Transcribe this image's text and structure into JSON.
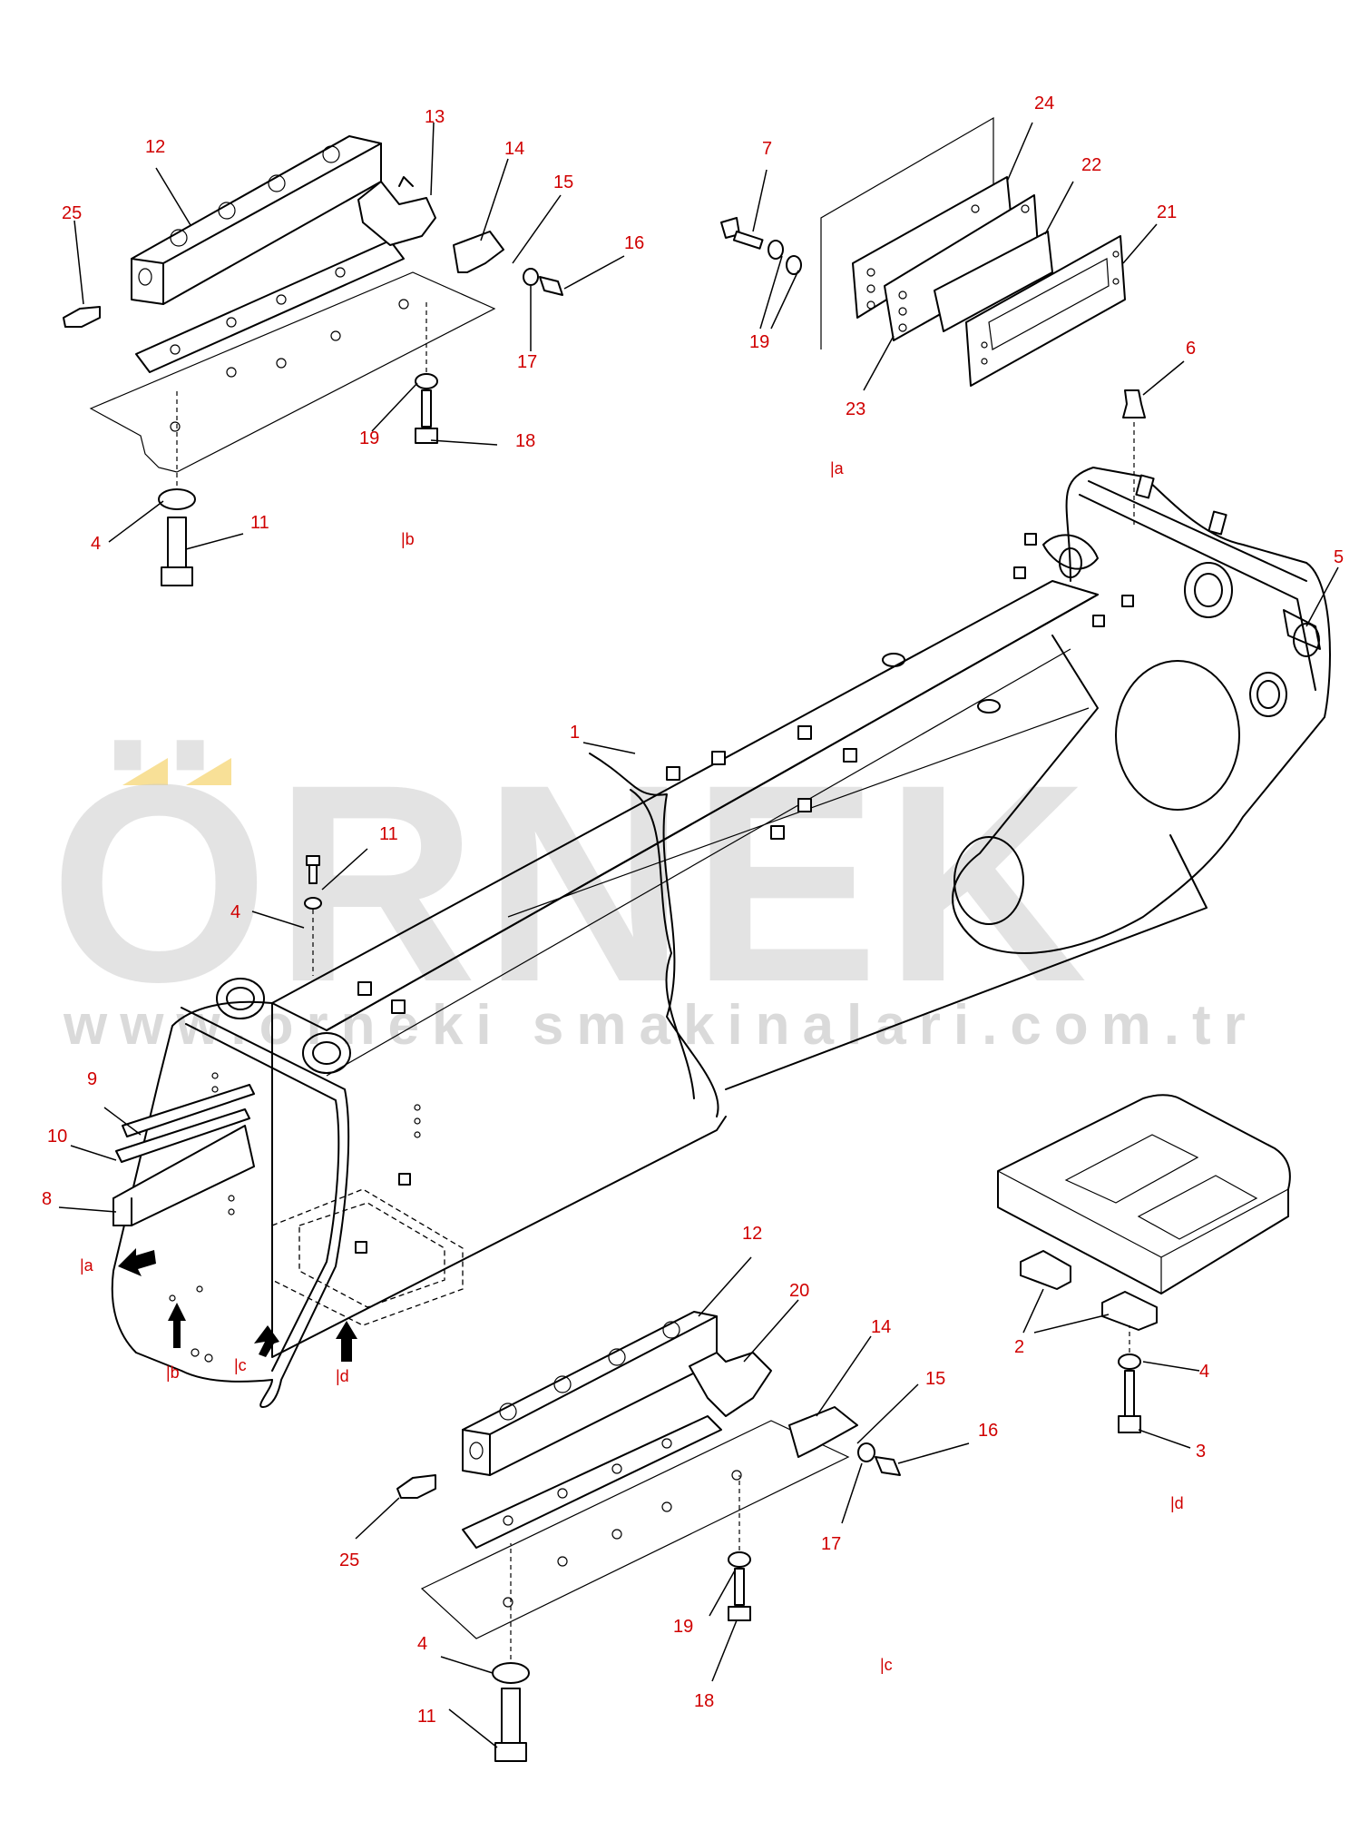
{
  "watermark": {
    "brand": "ÖRNEK",
    "url": "www.orneki smakinalari.com.tr",
    "accent_color": "#f5d36b",
    "text_color": "#c9c9c9"
  },
  "colors": {
    "callout": "#d00000",
    "line": "#000000",
    "background": "#ffffff"
  },
  "callouts": {
    "c1": "1",
    "c2": "2",
    "c3": "3",
    "c4a": "4",
    "c4b": "4",
    "c4c": "4",
    "c4d": "4",
    "c5": "5",
    "c6": "6",
    "c7": "7",
    "c8": "8",
    "c9": "9",
    "c10": "10",
    "c11a": "11",
    "c11b": "11",
    "c11c": "11",
    "c12a": "12",
    "c12b": "12",
    "c13": "13",
    "c14a": "14",
    "c14b": "14",
    "c15a": "15",
    "c15b": "15",
    "c16a": "16",
    "c16b": "16",
    "c17a": "17",
    "c17b": "17",
    "c18a": "18",
    "c18b": "18",
    "c19a": "19",
    "c19b": "19",
    "c19c": "19",
    "c20": "20",
    "c21": "21",
    "c22": "22",
    "c23": "23",
    "c24": "24",
    "c25a": "25",
    "c25b": "25"
  },
  "view_refs": {
    "a_detail": "|a",
    "b_detail": "|b",
    "c_detail": "|c",
    "d_detail": "|d",
    "a_arrow": "|a",
    "b_arrow": "|b",
    "c_arrow": "|c",
    "d_arrow": "|d"
  }
}
